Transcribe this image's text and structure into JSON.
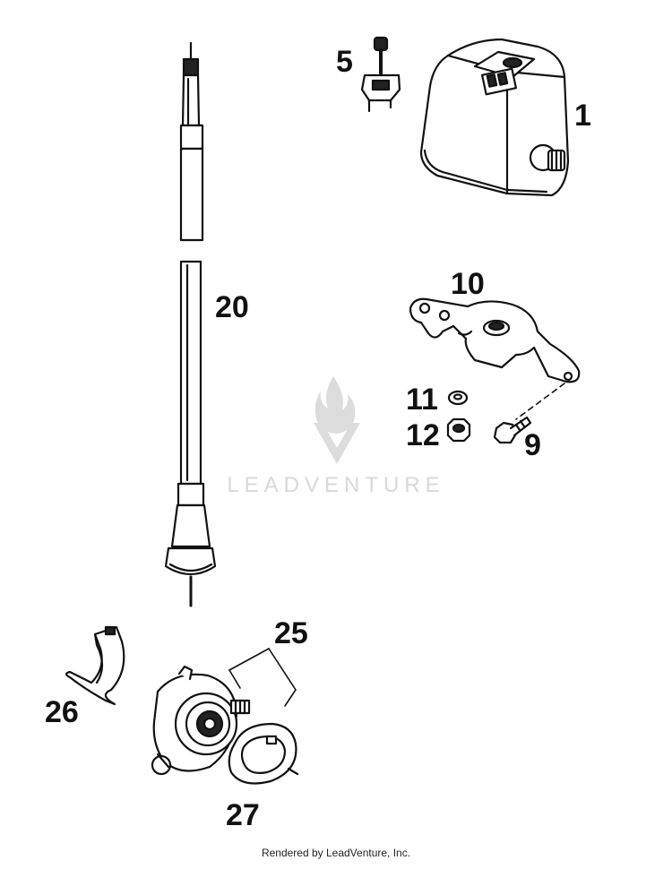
{
  "diagram": {
    "parts": [
      {
        "number": "1",
        "name": "speedometer-housing"
      },
      {
        "number": "5",
        "name": "reset-knob"
      },
      {
        "number": "9",
        "name": "bolt"
      },
      {
        "number": "10",
        "name": "mounting-bracket"
      },
      {
        "number": "11",
        "name": "washer"
      },
      {
        "number": "12",
        "name": "nut"
      },
      {
        "number": "20",
        "name": "speedometer-cable"
      },
      {
        "number": "25",
        "name": "speedometer-drive"
      },
      {
        "number": "26",
        "name": "clip"
      },
      {
        "number": "27",
        "name": "retaining-ring"
      }
    ]
  },
  "watermark": {
    "text": "LEADVENTURE",
    "color": "#d8d8d8"
  },
  "footer": {
    "text": "Rendered by LeadVenture, Inc."
  }
}
